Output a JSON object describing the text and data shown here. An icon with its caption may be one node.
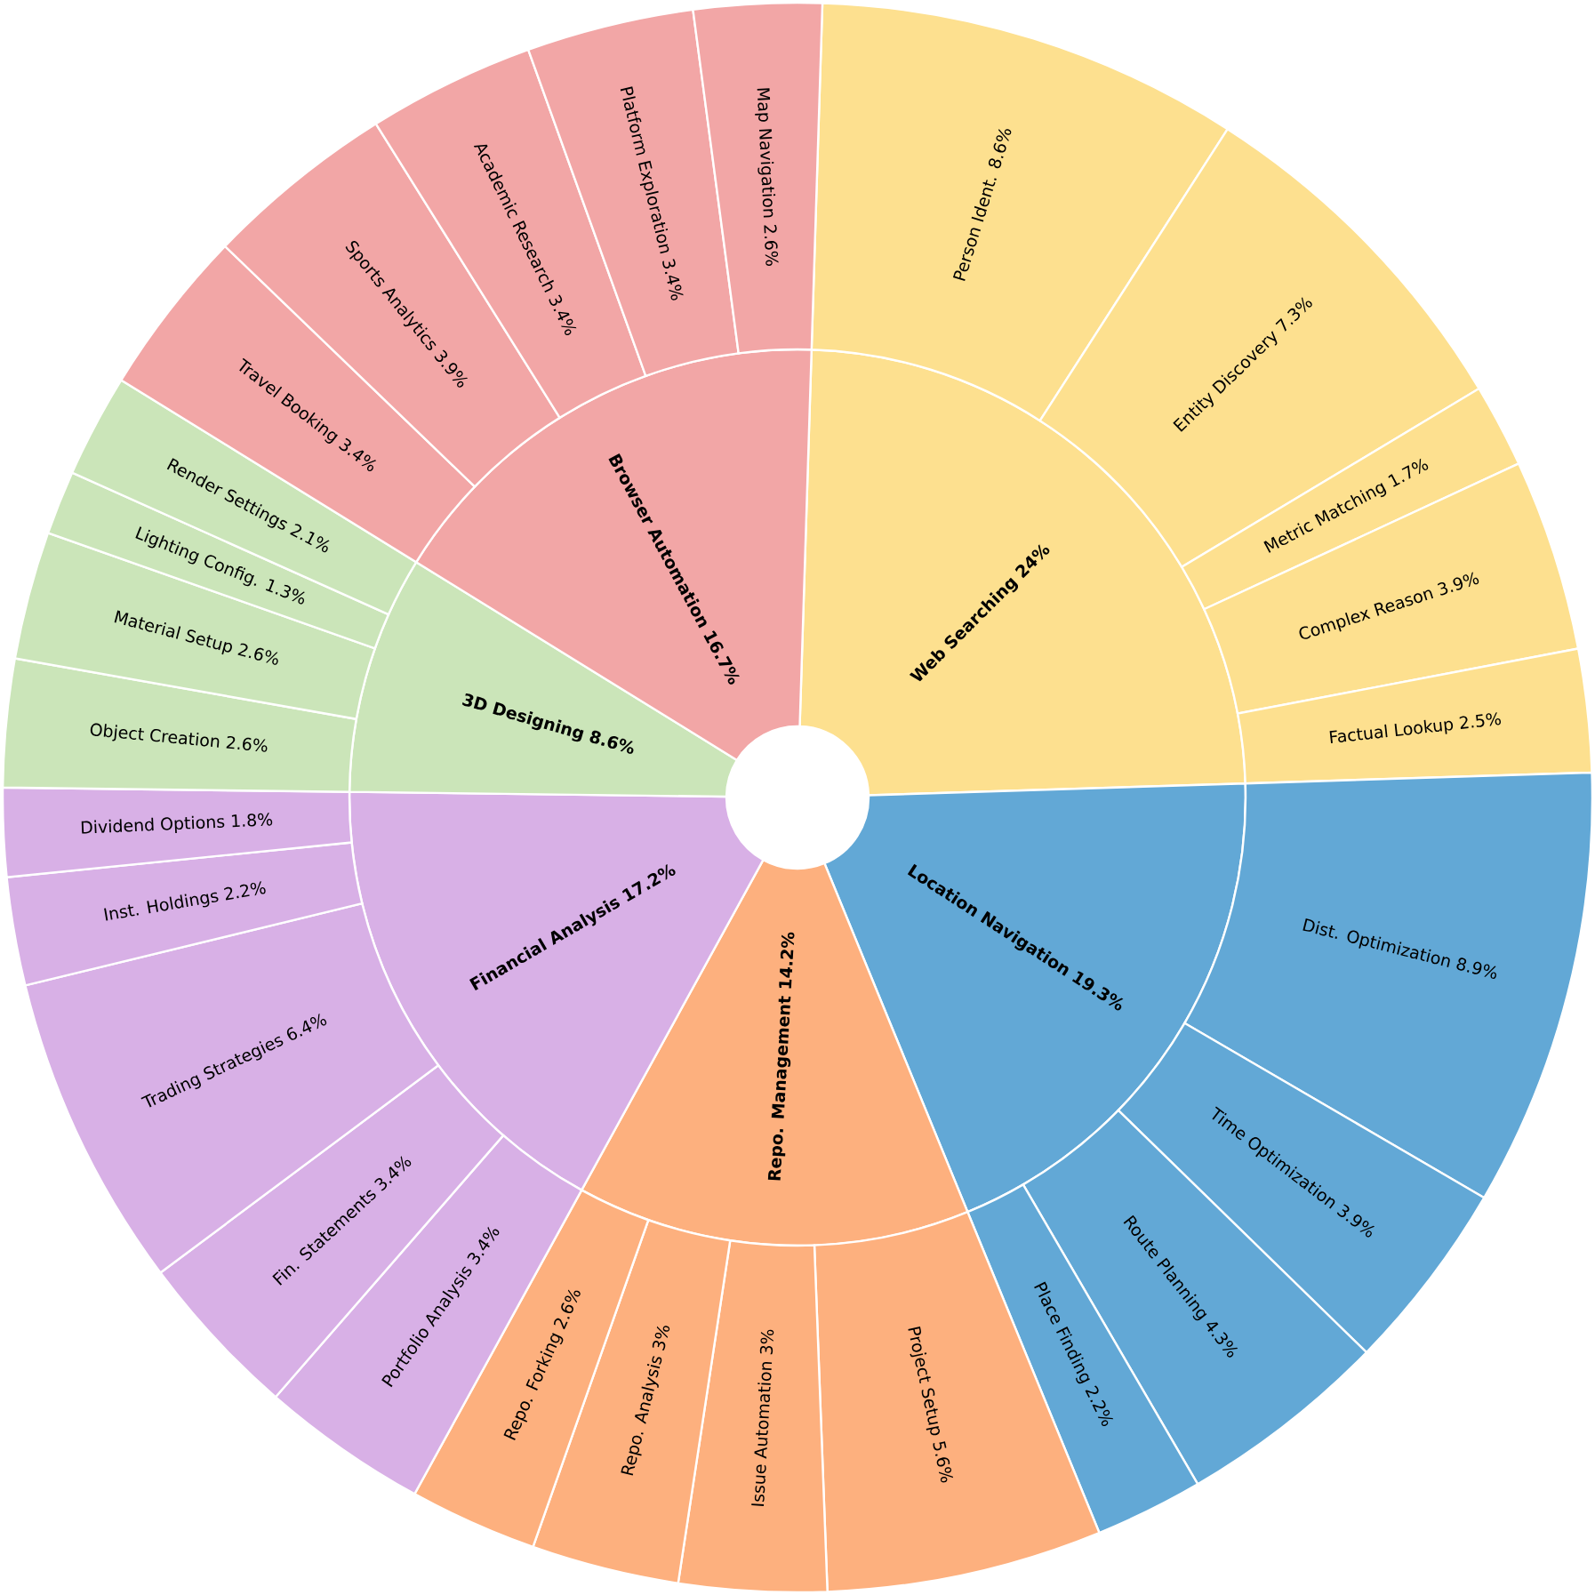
{
  "diagram": {
    "nodes": [
      {
        "text": [
          "Web Searching 24%"
        ]
      },
      {
        "text": [
          "Person Ident. 8.6%"
        ]
      },
      {
        "text": [
          "Entity Discovery 7.3%"
        ]
      },
      {
        "text": [
          "Metric Matching 1.7%"
        ]
      },
      {
        "text": [
          "Complex Reason 3.9%"
        ]
      },
      {
        "text": [
          "Factual Lookup 2.5%"
        ]
      },
      {
        "text": [
          "Location Navigation 19.3%"
        ]
      },
      {
        "text": [
          "Dist. Optimization 8.9%"
        ]
      },
      {
        "text": [
          "Time Optimization 3.9%"
        ]
      },
      {
        "text": [
          "Route Planning 4.3%"
        ]
      },
      {
        "text": [
          "Place Finding 2.2%"
        ]
      },
      {
        "text": [
          "Repo. Management 14.2%"
        ]
      },
      {
        "text": [
          "Project Setup 5.6%"
        ]
      },
      {
        "text": [
          "Issue Automation 3%"
        ]
      },
      {
        "text": [
          "Repo. Analysis 3%"
        ]
      },
      {
        "text": [
          "Repo. Forking 2.6%"
        ]
      },
      {
        "text": [
          "Financial Analysis 17.2%"
        ]
      },
      {
        "text": [
          "Portfolio Analysis 3.4%"
        ]
      },
      {
        "text": [
          "Fin. Statements 3.4%"
        ]
      },
      {
        "text": [
          "Trading Strategies 6.4%"
        ]
      },
      {
        "text": [
          "Inst. Holdings 2.2%"
        ]
      },
      {
        "text": [
          "Dividend Options 1.8%"
        ]
      },
      {
        "text": [
          "3D Designing 8.6%"
        ]
      },
      {
        "text": [
          "Object Creation 2.6%"
        ]
      },
      {
        "text": [
          "Material Setup 2.6%"
        ]
      },
      {
        "text": [
          "Lighting Config. 1.3%"
        ]
      },
      {
        "text": [
          "Render Settings 2.1%"
        ]
      },
      {
        "text": [
          "Browser Automation 16.7%"
        ]
      },
      {
        "text": [
          "Travel Booking 3.4%"
        ]
      },
      {
        "text": [
          "Sports Analytics 3.9%"
        ]
      },
      {
        "text": [
          "Academic Research 3.4%"
        ]
      },
      {
        "text": [
          "Platform Exploration 3.4%"
        ]
      },
      {
        "text": [
          "Map Navigation 2.6%"
        ]
      }
    ]
  }
}
